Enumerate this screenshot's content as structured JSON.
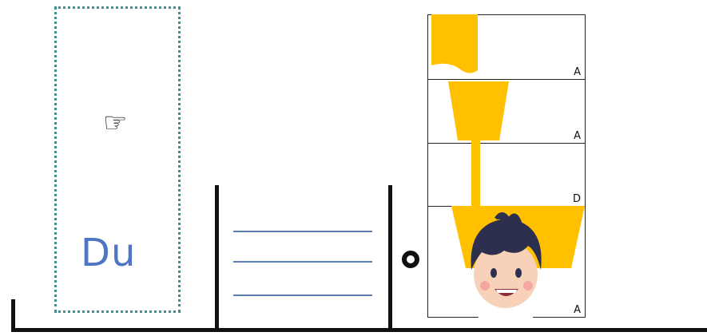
{
  "word_card": {
    "word": "Du",
    "pointer_glyph": "☞"
  },
  "answer_lines": 3,
  "syllable_strip": {
    "cells": [
      {
        "letter": "A",
        "shape": "flag"
      },
      {
        "letter": "A",
        "shape": "funnel"
      },
      {
        "letter": "D",
        "shape": "stem"
      },
      {
        "letter": "A",
        "shape": "funnel-with-face"
      }
    ],
    "accent_color": "#FFC000"
  }
}
